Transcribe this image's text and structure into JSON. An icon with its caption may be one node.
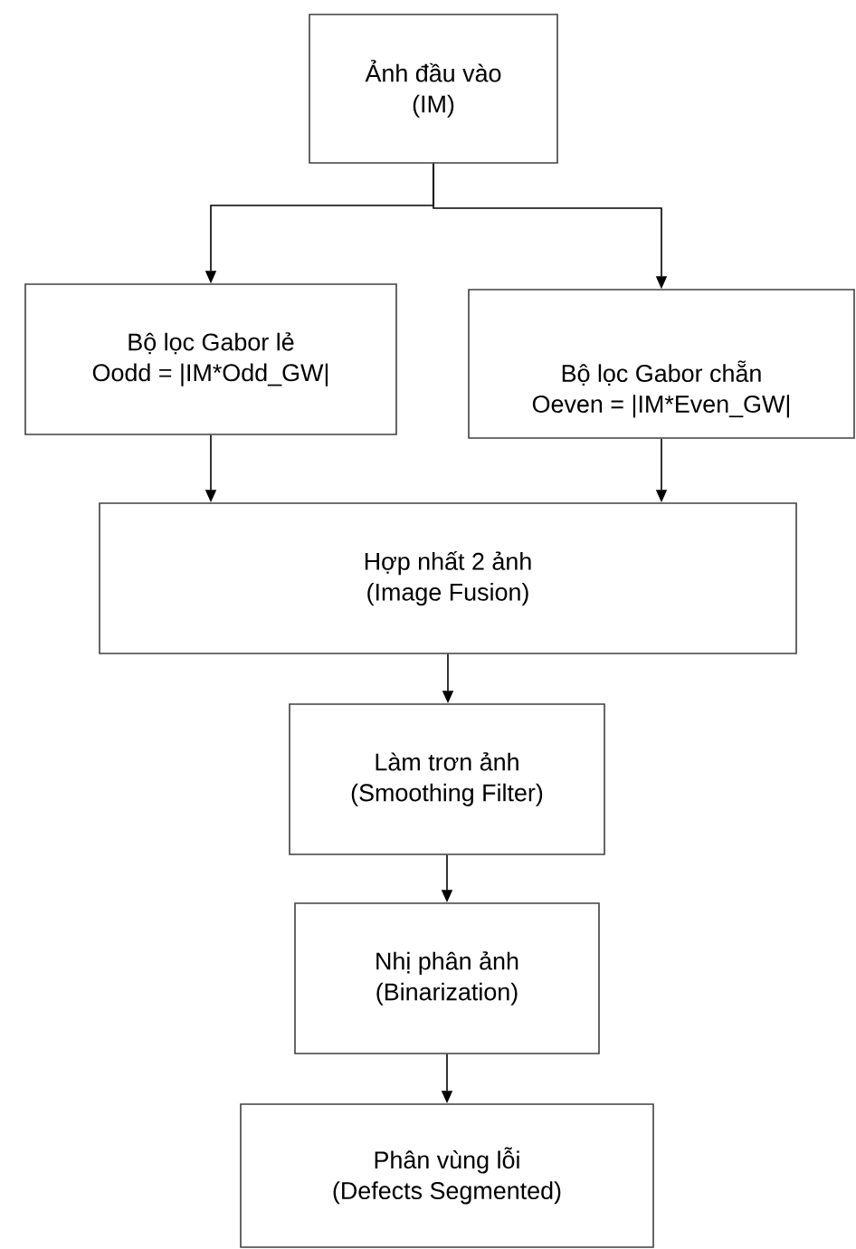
{
  "diagram": {
    "nodes": [
      {
        "text": [
          "Ảnh đầu vào",
          "(IM)"
        ]
      },
      {
        "text": [
          "Bộ lọc Gabor lẻ",
          "Oodd = |IM*Odd_GW|"
        ]
      },
      {
        "text": [
          "Bộ lọc Gabor chẵn",
          "Oeven = |IM*Even_GW|"
        ]
      },
      {
        "text": [
          "Hợp nhất 2 ảnh",
          "(Image Fusion)"
        ]
      },
      {
        "text": [
          "Làm trơn ảnh",
          "(Smoothing Filter)"
        ]
      },
      {
        "text": [
          "Nhị phân ảnh",
          "(Binarization)"
        ]
      },
      {
        "text": [
          "Phân vùng lỗi",
          "(Defects Segmented)"
        ]
      }
    ],
    "edges": [
      {
        "from": 0,
        "to": 1,
        "arrow": "to"
      },
      {
        "from": 0,
        "to": 2,
        "arrow": "to"
      },
      {
        "from": 1,
        "to": 3,
        "arrow": "to"
      },
      {
        "from": 2,
        "to": 3,
        "arrow": "to"
      },
      {
        "from": 3,
        "to": 4,
        "arrow": "to"
      },
      {
        "from": 4,
        "to": 5,
        "arrow": "to"
      },
      {
        "from": 5,
        "to": 6,
        "arrow": "to"
      }
    ]
  }
}
